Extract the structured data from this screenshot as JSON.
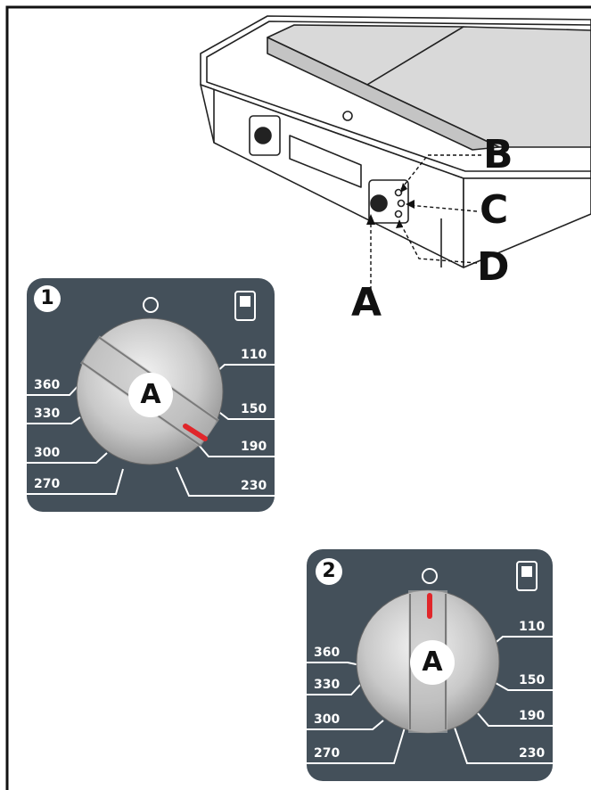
{
  "callouts": {
    "a": "A",
    "b": "B",
    "c": "C",
    "d": "D"
  },
  "panels": [
    {
      "step": "1",
      "knob_label": "A",
      "left_scale": [
        "360",
        "330",
        "300",
        "270"
      ],
      "right_scale": [
        "110",
        "150",
        "190",
        "230"
      ]
    },
    {
      "step": "2",
      "knob_label": "A",
      "left_scale": [
        "360",
        "330",
        "300",
        "270"
      ],
      "right_scale": [
        "110",
        "150",
        "190",
        "230"
      ]
    }
  ],
  "colors": {
    "panel": "#44505a",
    "indicator": "#e0262a",
    "ink": "#111111"
  },
  "icons": [
    "off-circle-icon",
    "heating-lamp-icon"
  ]
}
